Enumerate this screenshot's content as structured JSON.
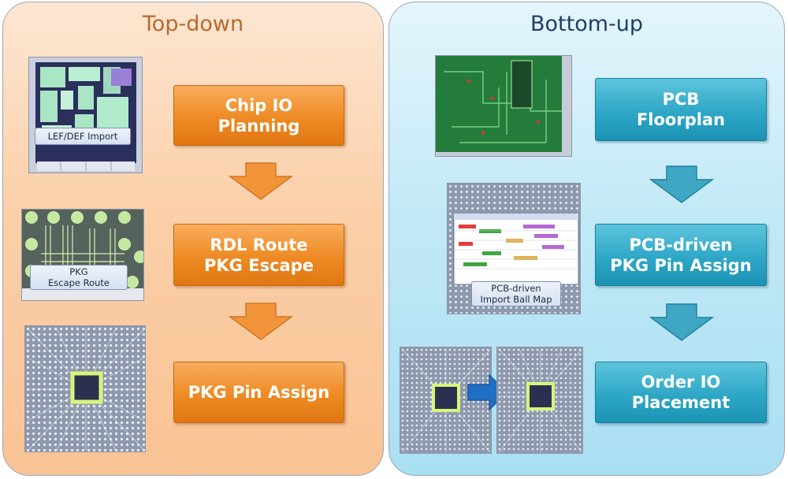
{
  "top_down": {
    "title": "Top-down",
    "steps": [
      "Chip IO\nPlanning",
      "RDL Route\nPKG Escape",
      "PKG Pin Assign"
    ],
    "captions": [
      "LEF/DEF Import",
      "PKG\nEscape Route"
    ]
  },
  "bottom_up": {
    "title": "Bottom-up",
    "steps": [
      "PCB\nFloorplan",
      "PCB-driven\nPKG Pin Assign",
      "Order IO\nPlacement"
    ],
    "captions": [
      "PCB-driven\nImport Ball Map"
    ]
  },
  "colors": {
    "left_panel": "#fbcfa8",
    "right_panel": "#c2e9f7",
    "orange_step": "#ee8a23",
    "teal_step": "#2ea7c6",
    "arrow_blue": "#1f6fc4"
  }
}
